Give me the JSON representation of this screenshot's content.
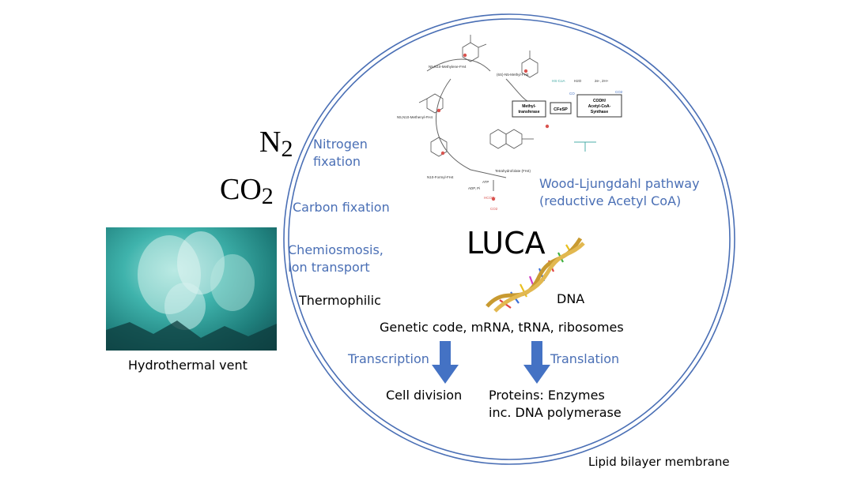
{
  "molecules": {
    "n2": {
      "base": "N",
      "sub": "2"
    },
    "co2": {
      "base": "CO",
      "sub": "2"
    }
  },
  "labels": {
    "nitrogen_fixation": "Nitrogen\nfixation",
    "carbon_fixation": "Carbon fixation",
    "chemiosmosis": "Chemiosmosis,\nIon transport",
    "thermophilic": "Thermophilic",
    "wood_ljungdahl": "Wood-Ljungdahl pathway\n(reductive Acetyl CoA)",
    "luca": "LUCA",
    "dna": "DNA",
    "genetic_code": "Genetic code, mRNA, tRNA, ribosomes",
    "transcription": "Transcription",
    "translation": "Translation",
    "cell_division": "Cell division",
    "proteins": "Proteins: Enzymes\ninc. DNA polymerase",
    "membrane": "Lipid bilayer membrane",
    "vent_caption": "Hydrothermal vent"
  },
  "pathway_labels": {
    "methylene": "N5,N10-Methylene-FH4",
    "methyl": "(6S)-N5-Methyl-FH4",
    "methenyl": "N5,N10-Methenyl-FH4",
    "formyl": "N10-Formyl-FH4",
    "tetrahydrofolate": "Tetrahydrofolate (FH4)",
    "methyltransferase": "Methyl-\ntransferase",
    "cfesp": "CFeSP",
    "codh": "CODH/\nAcetyl-CoA-\nSynthase",
    "hscoa": "HS-CoA",
    "h2o": "H2O",
    "co2_small": "CO2",
    "hcoo": "HCOO-",
    "atp": "ATP",
    "adp": "ADP, Pi",
    "co": "CO",
    "e2h": "2e-, 2H+"
  },
  "colors": {
    "accent_blue": "#4a6fb5",
    "arrow_blue": "#4472c4",
    "circle_stroke": "#4a6fb5",
    "red_group": "#d9534f",
    "teal_group": "#3aa6a0"
  }
}
